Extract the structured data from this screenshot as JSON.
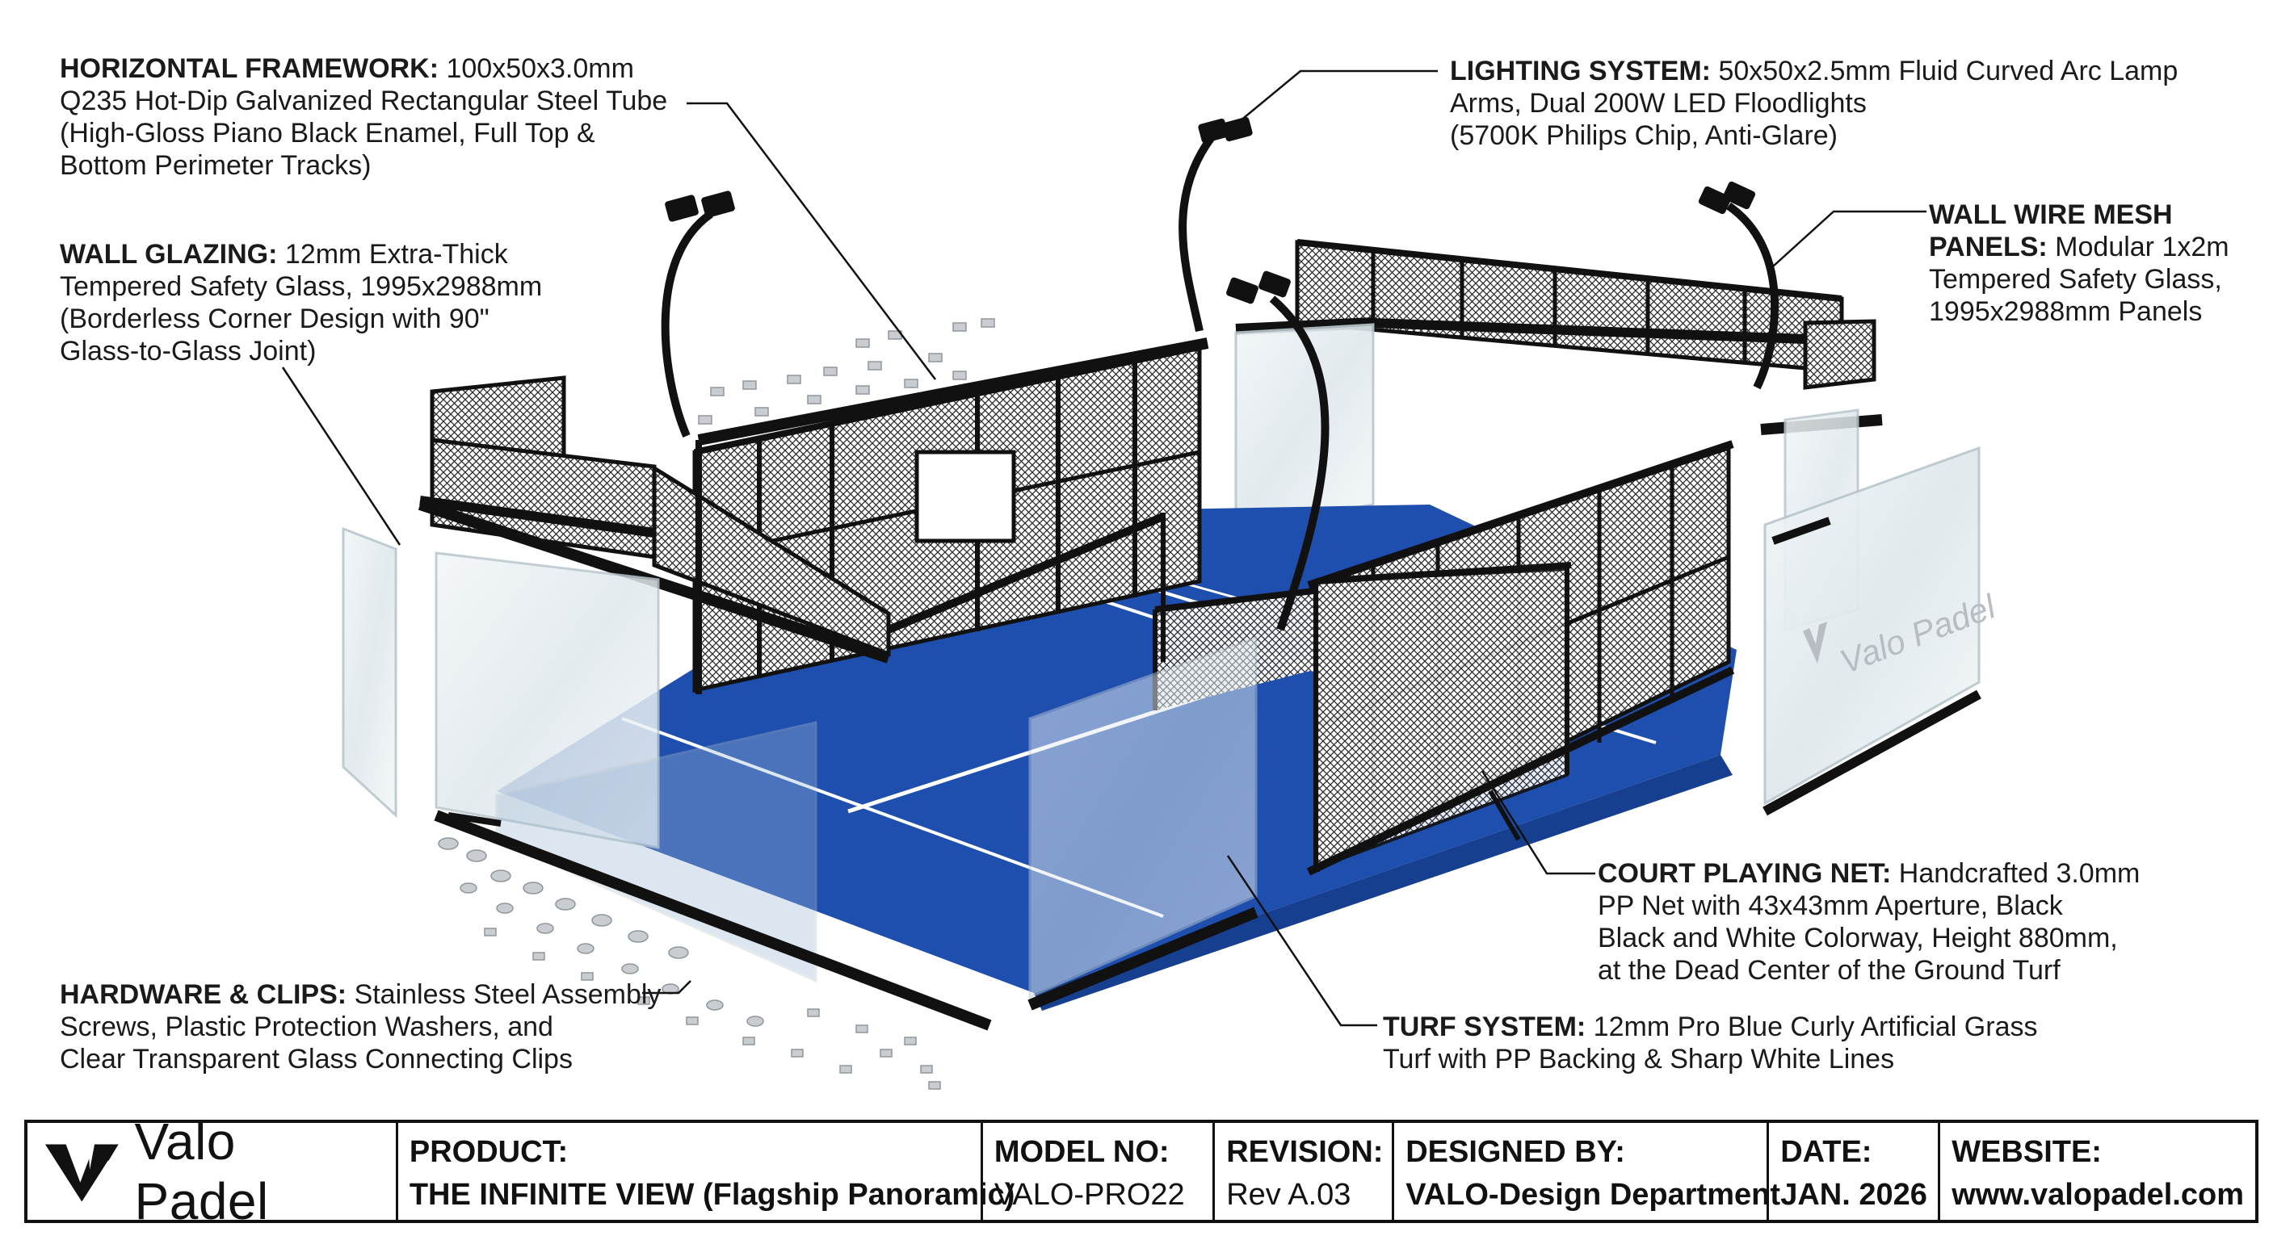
{
  "callouts": {
    "framework": {
      "key": "HORIZONTAL FRAMEWORK:",
      "line1": "100x50x3.0mm",
      "line2": "Q235 Hot-Dip Galvanized Rectangular Steel Tube",
      "line3": "(High-Gloss Piano Black Enamel, Full Top &",
      "line4": "Bottom Perimeter Tracks)"
    },
    "glazing": {
      "key": "WALL GLAZING:",
      "line1": "12mm Extra-Thick",
      "line2": "Tempered Safety Glass, 1995x2988mm",
      "line3": "(Borderless Corner Design with 90\"",
      "line4": "Glass-to-Glass Joint)"
    },
    "lighting": {
      "key": "LIGHTING SYSTEM:",
      "line1": "50x50x2.5mm Fluid Curved Arc Lamp",
      "line2": "Arms, Dual 200W LED Floodlights",
      "line3": "(5700K Philips Chip, Anti-Glare)"
    },
    "mesh": {
      "key1": "WALL WIRE MESH",
      "key2": "PANELS:",
      "line1": "Modular 1x2m",
      "line2": "Tempered Safety Glass,",
      "line3": "1995x2988mm Panels"
    },
    "net": {
      "key": "COURT PLAYING NET:",
      "line1": "Handcrafted 3.0mm",
      "line2": "PP Net with 43x43mm Aperture, Black",
      "line3": "Black and White Colorway, Height 880mm,",
      "line4": "at the Dead Center of the Ground Turf"
    },
    "hardware": {
      "key": "HARDWARE & CLIPS:",
      "line1": "Stainless Steel Assembly",
      "line2": "Screws, Plastic Protection Washers, and",
      "line3": "Clear Transparent Glass Connecting Clips"
    },
    "turf": {
      "key": "TURF SYSTEM:",
      "line1": "12mm Pro Blue Curly Artificial Grass",
      "line2": "Turf with PP Backing & Sharp White Lines"
    }
  },
  "glass_watermark": "Valo Padel",
  "title_block": {
    "brand": "Valo Padel",
    "product_label": "PRODUCT:",
    "product_value": "THE INFINITE VIEW (Flagship Panoramic)",
    "model_label": "MODEL NO:",
    "model_value": "VALO-PRO22",
    "revision_label": "REVISION:",
    "revision_value": "Rev A.03",
    "designed_label": "DESIGNED BY:",
    "designed_value": "VALO-Design Department",
    "date_label": "DATE:",
    "date_value": "JAN. 2026",
    "website_label": "WEBSITE:",
    "website_value": "www.valopadel.com"
  },
  "colors": {
    "turf": "#1f4fae",
    "turf_dark": "#173f8f",
    "steel": "#141414",
    "glass": "#e6eef2",
    "line": "#ffffff"
  },
  "icons": [
    "valo-logo-icon",
    "floodlight-icon",
    "screw-icon"
  ]
}
